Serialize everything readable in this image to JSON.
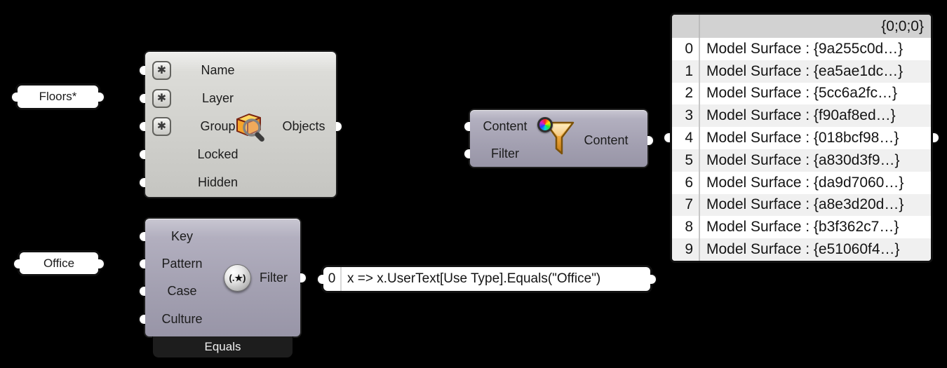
{
  "colors": {
    "background": "#000000",
    "component_gray": "#cfcfcb",
    "component_purple": "#a3a0b1",
    "nickname_bar": "#1d1d1d",
    "panel_bg": "#ffffff",
    "list_header_bg": "#d2d2d2",
    "list_row_alt": "#f0f0f0",
    "funnel_gold": "#f0a93c"
  },
  "panels": {
    "floors": {
      "text": "Floors*"
    },
    "office": {
      "text": "Office"
    }
  },
  "expression_panel": {
    "index": "0",
    "text": "x => x.UserText[Use Type].Equals(\"Office\")"
  },
  "query_component": {
    "star_glyph": "✱",
    "inputs": [
      {
        "label": "Name"
      },
      {
        "label": "Layer"
      },
      {
        "label": "Group"
      },
      {
        "label": "Locked"
      },
      {
        "label": "Hidden"
      }
    ],
    "output": {
      "label": "Objects"
    }
  },
  "equals_component": {
    "nickname": "Equals",
    "icon_text": "(.★)",
    "inputs": [
      {
        "label": "Key"
      },
      {
        "label": "Pattern"
      },
      {
        "label": "Case"
      },
      {
        "label": "Culture"
      }
    ],
    "output": {
      "label": "Filter"
    }
  },
  "content_filter_component": {
    "inputs": [
      {
        "label": "Content"
      },
      {
        "label": "Filter"
      }
    ],
    "output": {
      "label": "Content"
    }
  },
  "list_panel": {
    "header": "{0;0;0}",
    "rows": [
      {
        "index": "0",
        "value": "Model Surface : {9a255c0d…}"
      },
      {
        "index": "1",
        "value": "Model Surface : {ea5ae1dc…}"
      },
      {
        "index": "2",
        "value": "Model Surface : {5cc6a2fc…}"
      },
      {
        "index": "3",
        "value": "Model Surface : {f90af8ed…}"
      },
      {
        "index": "4",
        "value": "Model Surface : {018bcf98…}"
      },
      {
        "index": "5",
        "value": "Model Surface : {a830d3f9…}"
      },
      {
        "index": "6",
        "value": "Model Surface : {da9d7060…}"
      },
      {
        "index": "7",
        "value": "Model Surface : {a8e3d20d…}"
      },
      {
        "index": "8",
        "value": "Model Surface : {b3f362c7…}"
      },
      {
        "index": "9",
        "value": "Model Surface : {e51060f4…}"
      }
    ]
  }
}
